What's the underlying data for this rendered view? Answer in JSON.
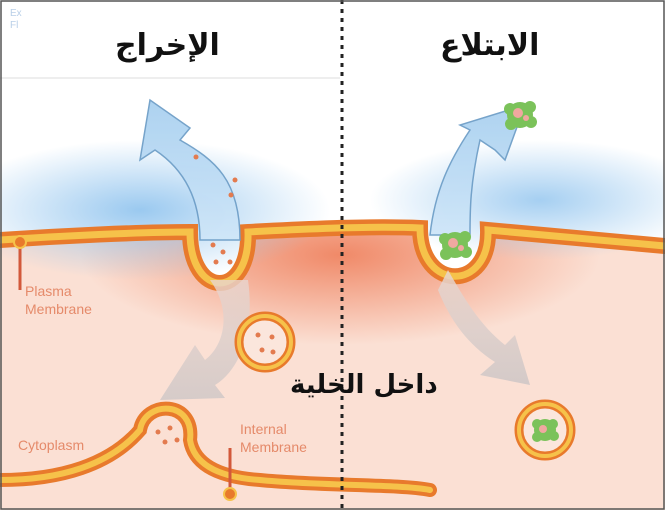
{
  "labels": {
    "exocytosis": "الإخراج",
    "endocytosis": "الابتلاع",
    "inside_cell": "داخل الخلية",
    "plasma_membrane": "Plasma\nMembrane",
    "cytoplasm": "Cytoplasm",
    "internal_membrane": "Internal\nMembrane",
    "extracellular_fluid": "Ex\nFl"
  },
  "colors": {
    "membrane_outer": "#e87a2c",
    "membrane_inner": "#f6c24a",
    "cytoplasm": "#fbe0d4",
    "cytoplasm_glow": "#f08a68",
    "extracellular_glow": "#9ecbee",
    "vesicle_lumen": "#fbe6dc",
    "particle_green": "#7bc25a",
    "particle_pink": "#f0a8a0",
    "dots": "#e37b4f",
    "divider": "#222222"
  },
  "icons": [
    "exocytosis-arrow-icon",
    "endocytosis-arrow-icon",
    "particle-icon",
    "vesicle-icon",
    "membrane-protein-icon"
  ]
}
